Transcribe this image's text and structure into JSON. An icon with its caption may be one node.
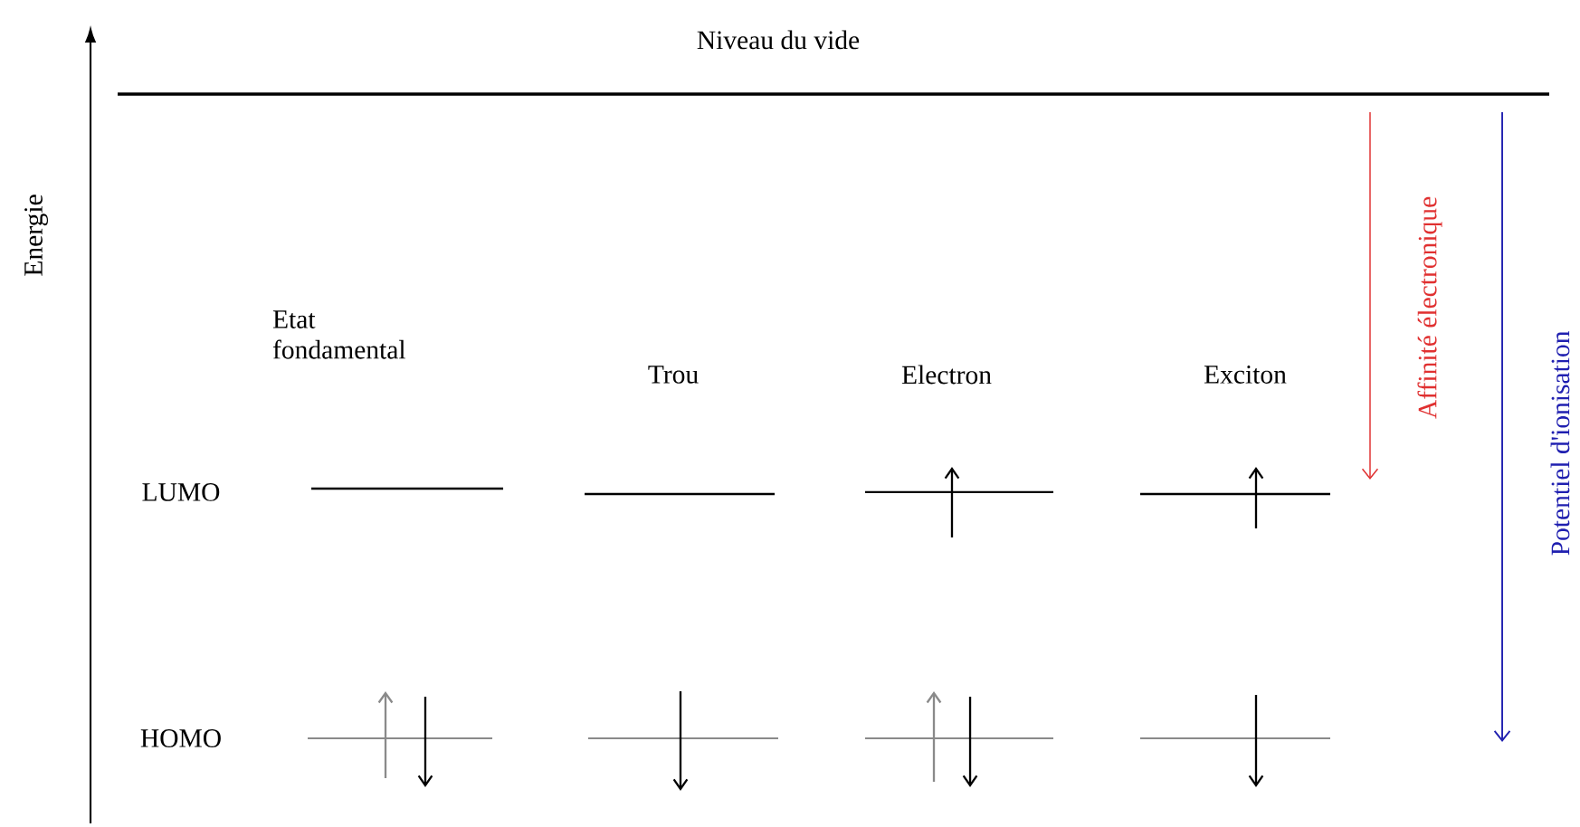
{
  "diagram": {
    "labels": [
      "Niveau du vide",
      "Energie",
      "Etat fondamental",
      "Trou",
      "Electron",
      "Exciton",
      "Affinité électronique",
      "Potentiel d'ionisation",
      "LUMO",
      "HOMO"
    ]
  }
}
